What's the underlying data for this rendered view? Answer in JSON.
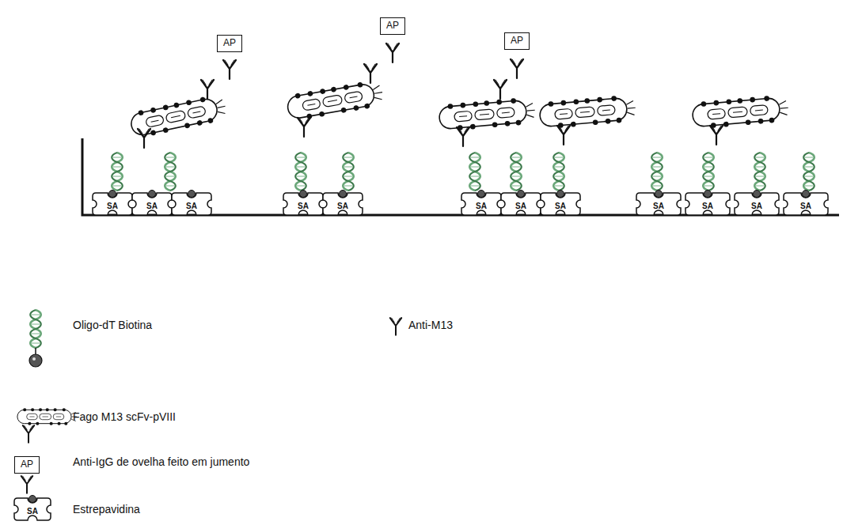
{
  "diagram": {
    "nodes": [
      {
        "text": [
          "AP"
        ]
      },
      {
        "text": [
          "AP"
        ]
      },
      {
        "text": [
          "AP"
        ]
      },
      {
        "text": [
          "SA"
        ]
      },
      {
        "text": [
          "SA"
        ]
      },
      {
        "text": [
          "SA"
        ]
      },
      {
        "text": [
          "SA"
        ]
      },
      {
        "text": [
          "SA"
        ]
      },
      {
        "text": [
          "SA"
        ]
      },
      {
        "text": [
          "SA"
        ]
      },
      {
        "text": [
          "SA"
        ]
      },
      {
        "text": [
          "SA"
        ]
      },
      {
        "text": [
          "SA"
        ]
      },
      {
        "text": [
          "SA"
        ]
      },
      {
        "text": [
          "SA"
        ]
      },
      {
        "text": [
          "AP"
        ]
      },
      {
        "text": [
          "SA"
        ]
      }
    ],
    "legend": [
      {
        "text": "Oligo-dT Biotina"
      },
      {
        "text": "Anti-M13"
      },
      {
        "text": "Fago M13 scFv-pVIII"
      },
      {
        "text": "Anti-IgG de ovelha feito em jumento"
      },
      {
        "text": "Estrepavidina"
      }
    ]
  }
}
